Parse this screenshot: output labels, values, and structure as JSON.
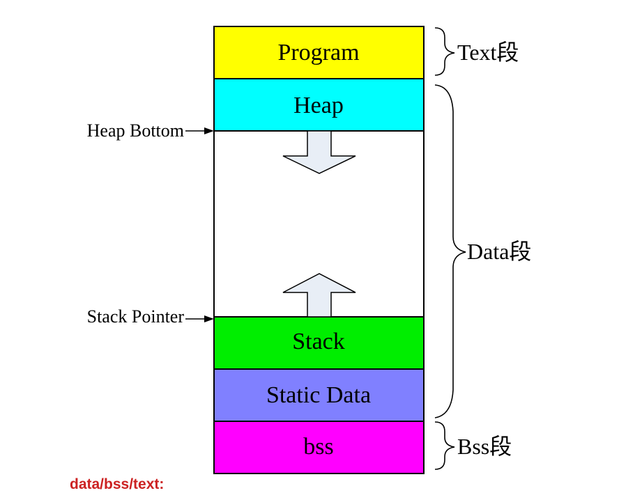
{
  "memory": {
    "blocks": [
      {
        "label": "Program",
        "color": "#ffff00"
      },
      {
        "label": "Heap",
        "color": "#00ffff"
      },
      {
        "label": "",
        "color": "#ffffff"
      },
      {
        "label": "Stack",
        "color": "#00ee00"
      },
      {
        "label": "Static Data",
        "color": "#8080ff"
      },
      {
        "label": "bss",
        "color": "#ff00ff"
      }
    ],
    "pointers": {
      "heap_bottom": "Heap Bottom",
      "stack_pointer": "Stack Pointer"
    },
    "segments": {
      "text": "Text段",
      "data": "Data段",
      "bss": "Bss段"
    },
    "arrow_color": "#e8eef6"
  },
  "caption": "data/bss/text:"
}
